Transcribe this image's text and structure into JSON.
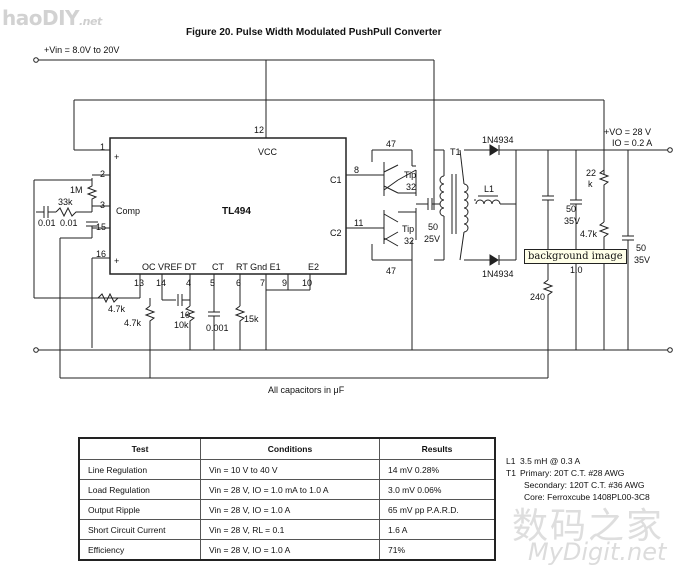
{
  "watermarks": {
    "logo_text": "haoDIY",
    "logo_suffix": ".net",
    "cn_text": "数码之家",
    "en_text": "MyDigit.net"
  },
  "title": "Figure 20. Pulse Width Modulated PushPull Converter",
  "labels": {
    "vin": "+Vin = 8.0V to 20V",
    "vo": "+VO = 28 V",
    "io": "IO = 0.2 A",
    "chip_name": "TL494",
    "vcc": "VCC",
    "comp": "Comp",
    "c1": "C1",
    "c2": "C2",
    "plus": "+",
    "bottom_pins": "OC VREF DT",
    "ct": "CT",
    "rt_gnd_e1": "RT Gnd E1",
    "e2": "E2",
    "all_caps": "All capacitors in μF",
    "t1": "T1",
    "l1": "L1"
  },
  "pins": {
    "p1": "1",
    "p2": "2",
    "p3": "3",
    "p15": "15",
    "p16": "16",
    "p12": "12",
    "p8": "8",
    "p11": "11",
    "p13": "13",
    "p14": "14",
    "p4": "4",
    "p5": "5",
    "p6": "6",
    "p7": "7",
    "p9": "9",
    "p10": "10"
  },
  "components": {
    "r_1m": "1M",
    "r_33k": "33k",
    "c_001a": "0.01",
    "c_001b": "0.01",
    "r_47a": "47",
    "r_47b": "47",
    "tip_a": "Tip",
    "tip_a_num": "32",
    "tip_b": "Tip",
    "tip_b_num": "32",
    "c_50_25v_a": "50",
    "c_50_25v_b": "25V",
    "d_1n4934_a": "1N4934",
    "d_1n4934_b": "1N4934",
    "c_50_35v_a1": "50",
    "c_50_35v_a2": "35V",
    "c_1_0": "1.0",
    "r_22k_a": "22",
    "r_22k_b": "k",
    "r_47k_out": "4.7k",
    "c_50_35v_b1": "50",
    "c_50_35v_b2": "35V",
    "r_240": "240",
    "r_47k_a": "4.7k",
    "r_47k_b": "4.7k",
    "c_10": "10",
    "r_10k": "10k",
    "c_0001": "0.001",
    "r_15k": "15k"
  },
  "tooltip": "background image",
  "table": {
    "headers": [
      "Test",
      "Conditions",
      "Results"
    ],
    "rows": [
      [
        "Line Regulation",
        "Vin = 10 V to 40 V",
        "14 mV 0.28%"
      ],
      [
        "Load Regulation",
        "Vin = 28 V, IO = 1.0 mA to 1.0 A",
        "3.0 mV 0.06%"
      ],
      [
        "Output Ripple",
        "Vin = 28 V, IO = 1.0 A",
        "65 mV pp P.A.R.D."
      ],
      [
        "Short Circuit Current",
        "Vin = 28 V, RL = 0.1",
        "1.6 A"
      ],
      [
        "Efficiency",
        "Vin = 28 V, IO = 1.0 A",
        "71%"
      ]
    ]
  },
  "notes": {
    "l1_key": "L1",
    "l1_val": "3.5 mH @ 0.3 A",
    "t1_key": "T1",
    "t1_primary": "Primary: 20T C.T. #28 AWG",
    "t1_secondary": "Secondary: 120T C.T. #36 AWG",
    "t1_core": "Core: Ferroxcube 1408PL00-3C8"
  }
}
